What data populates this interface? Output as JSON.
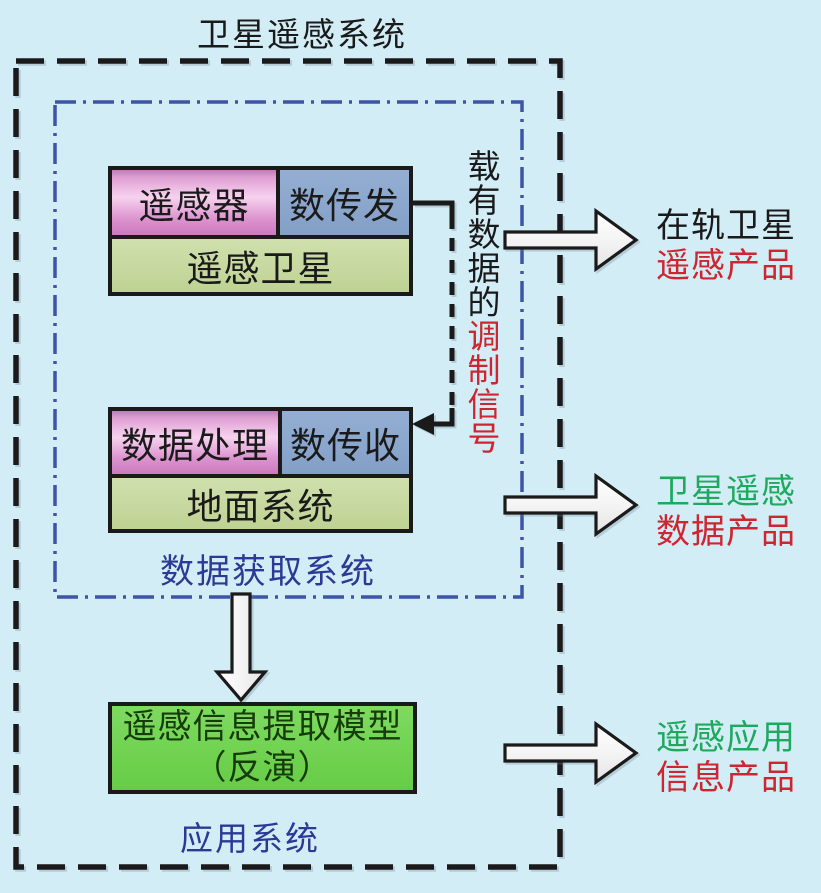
{
  "title": "卫星遥感系统",
  "acquisition_label": "数据获取系统",
  "application_label": "应用系统",
  "satellite_group": {
    "sensor": "遥感器",
    "data_transmit": "数传发",
    "base": "遥感卫星"
  },
  "ground_group": {
    "data_processing": "数据处理",
    "data_receive": "数传收",
    "base": "地面系统"
  },
  "signal": {
    "prefix": "载有数据的",
    "highlight": "调制信号"
  },
  "model_box": {
    "line1": "遥感信息提取模型",
    "line2": "（反演）"
  },
  "outputs": [
    {
      "line1": "在轨卫星",
      "line2": "遥感产品"
    },
    {
      "line1": "卫星遥感",
      "line2": "数据产品"
    },
    {
      "line1": "遥感应用",
      "line2": "信息产品"
    }
  ],
  "colors": {
    "bg": "#d3edf6",
    "line": "#1a1a1a",
    "box_border": "#1a1a1a",
    "text_dark": "#1a1a1a",
    "navy": "#2b3a94",
    "red": "#cd2630",
    "green": "#1fa95e",
    "dashdot_blue": "#3d55a8",
    "model_text": "#153c09",
    "arrow_fill": "#f2f2f2"
  }
}
